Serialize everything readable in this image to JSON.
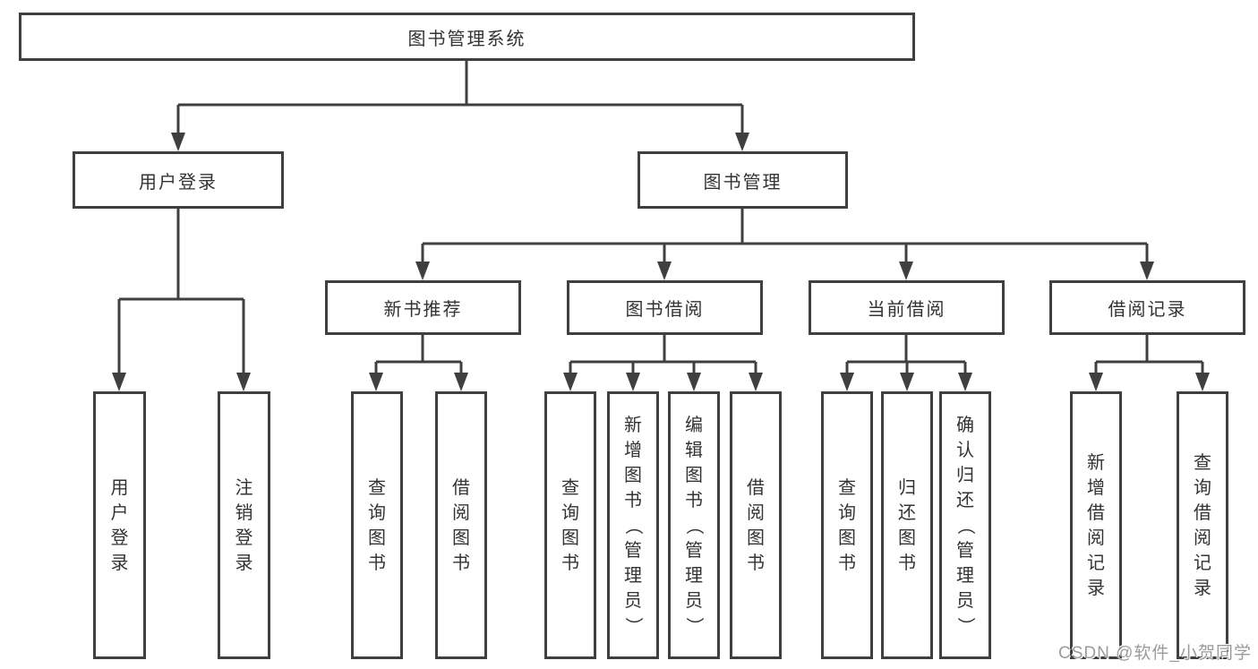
{
  "diagram": {
    "root": {
      "label": "图书管理系统"
    },
    "branches": [
      {
        "label": "用户登录",
        "children": [
          {
            "label": "用户登录"
          },
          {
            "label": "注销登录"
          }
        ]
      },
      {
        "label": "图书管理",
        "children": [
          {
            "label": "新书推荐",
            "children": [
              {
                "label": "查询图书"
              },
              {
                "label": "借阅图书"
              }
            ]
          },
          {
            "label": "图书借阅",
            "children": [
              {
                "label": "查询图书"
              },
              {
                "label": "新增图书（管理员）"
              },
              {
                "label": "编辑图书（管理员）"
              },
              {
                "label": "借阅图书"
              }
            ]
          },
          {
            "label": "当前借阅",
            "children": [
              {
                "label": "查询图书"
              },
              {
                "label": "归还图书"
              },
              {
                "label": "确认归还（管理员）"
              }
            ]
          },
          {
            "label": "借阅记录",
            "children": [
              {
                "label": "新增借阅记录"
              },
              {
                "label": "查询借阅记录"
              }
            ]
          }
        ]
      }
    ]
  },
  "watermark": "CSDN @软件_小贺同学",
  "colors": {
    "line": "#3f3f3f",
    "text": "#333333",
    "watermark": "#9b9b9b",
    "background": "#ffffff"
  }
}
